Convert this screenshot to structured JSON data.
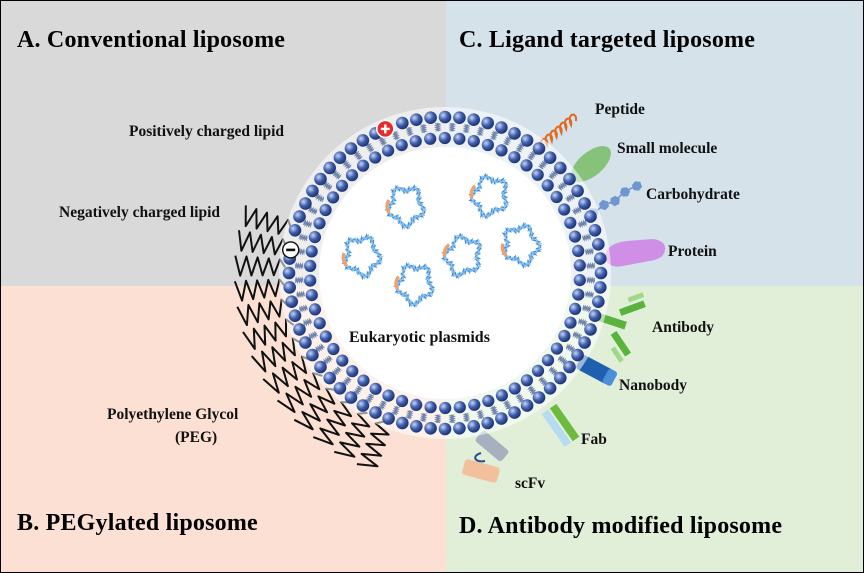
{
  "colors": {
    "quadrant_a": "#d9d9d9",
    "quadrant_b": "#fbe0d3",
    "quadrant_c": "#d5e2ea",
    "quadrant_d": "#e1efd9",
    "lipid_head": "#3f5fae",
    "peptide": "#e06a1f",
    "small_molecule": "#86c27a",
    "carbohydrate": "#6f96cf",
    "protein": "#cf8fe6",
    "antibody": "#5ab33c",
    "nanobody": "#1f5fb0",
    "fab": "#6dbb3e",
    "scfv_heavy": "#a7b0bf",
    "scfv_light": "#f3c09e",
    "plasmid_blue": "#3f8fd8",
    "plasmid_orange": "#f0a06a"
  },
  "quadrants": {
    "a": {
      "title": "A. Conventional liposome"
    },
    "b": {
      "title": "B. PEGylated liposome"
    },
    "c": {
      "title": "C. Ligand targeted liposome"
    },
    "d": {
      "title": "D. Antibody modified liposome"
    }
  },
  "labels": {
    "positive_lipid": "Positively charged lipid",
    "negative_lipid": "Negatively charged lipid",
    "core": "Eukaryotic plasmids",
    "peg_line1": "Polyethylene Glycol",
    "peg_line2": "(PEG)",
    "peptide": "Peptide",
    "small_molecule": "Small molecule",
    "carbohydrate": "Carbohydrate",
    "protein": "Protein",
    "antibody": "Antibody",
    "nanobody": "Nanobody",
    "fab": "Fab",
    "scfv": "scFv"
  },
  "icons": [
    "plus-charge-icon",
    "minus-charge-icon",
    "peptide-icon",
    "small-molecule-icon",
    "carbohydrate-icon",
    "protein-icon",
    "antibody-icon",
    "nanobody-icon",
    "fab-icon",
    "scfv-icon",
    "plasmid-icon",
    "peg-chain-icon"
  ]
}
